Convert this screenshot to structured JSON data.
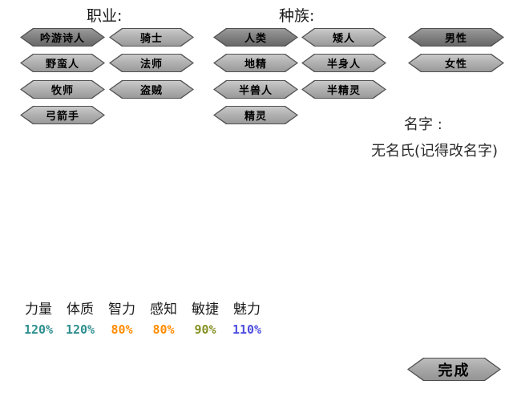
{
  "profession": {
    "header": "职业:",
    "items": [
      {
        "label": "吟游诗人",
        "selected": true
      },
      {
        "label": "骑士",
        "selected": false
      },
      {
        "label": "野蛮人",
        "selected": false
      },
      {
        "label": "法师",
        "selected": false
      },
      {
        "label": "牧师",
        "selected": false
      },
      {
        "label": "盗贼",
        "selected": false
      },
      {
        "label": "弓箭手",
        "selected": false
      }
    ]
  },
  "race": {
    "header": "种族:",
    "items": [
      {
        "label": "人类",
        "selected": true
      },
      {
        "label": "矮人",
        "selected": false
      },
      {
        "label": "地精",
        "selected": false
      },
      {
        "label": "半身人",
        "selected": false
      },
      {
        "label": "半兽人",
        "selected": false
      },
      {
        "label": "半精灵",
        "selected": false
      },
      {
        "label": "精灵",
        "selected": false
      }
    ]
  },
  "gender": {
    "items": [
      {
        "label": "男性",
        "selected": true
      },
      {
        "label": "女性",
        "selected": false
      }
    ]
  },
  "name": {
    "label": "名字 :",
    "value": "无名氏(记得改名字)"
  },
  "stats": {
    "items": [
      {
        "label": "力量",
        "value": "120%",
        "color": "#2e8f8f"
      },
      {
        "label": "体质",
        "value": "120%",
        "color": "#2e8f8f"
      },
      {
        "label": "智力",
        "value": "80%",
        "color": "#ff8c00"
      },
      {
        "label": "感知",
        "value": "80%",
        "color": "#ff8c00"
      },
      {
        "label": "敏捷",
        "value": "90%",
        "color": "#859122"
      },
      {
        "label": "魅力",
        "value": "110%",
        "color": "#4d4de0"
      }
    ]
  },
  "done_button": {
    "label": "完成"
  },
  "colors": {
    "background": "#ffffff",
    "button_selected": "#828282",
    "button_unselected": "#b2b2b2",
    "button_border": "#4f4f4f",
    "text": "#1a1a1a"
  }
}
